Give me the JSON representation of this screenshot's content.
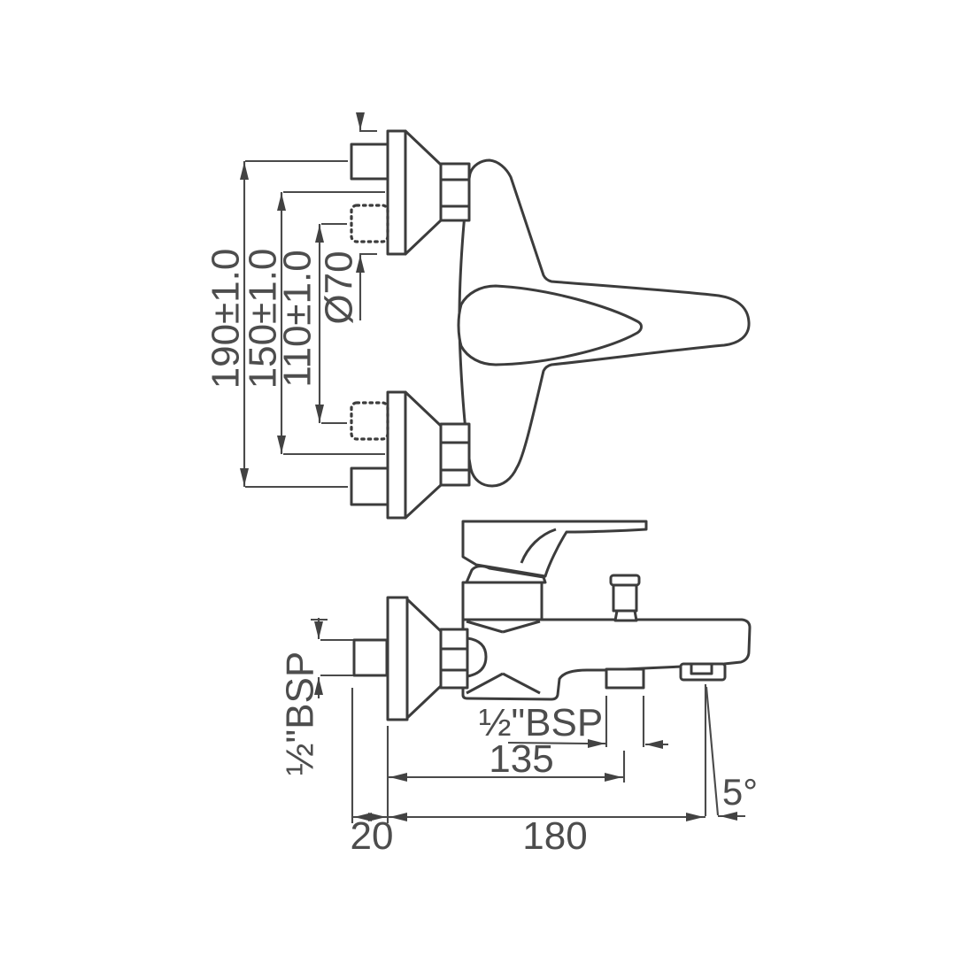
{
  "document": {
    "kind": "Technical dimension drawing",
    "subject": "Wall-mounted single-lever bath and shower mixer, plan view and side elevation with installation dimensions"
  },
  "colors": {
    "background": "#ffffff",
    "outline": "#3c3c3c",
    "dimension_lines": "#4a4a4a",
    "dimension_text": "#4d4d4d"
  },
  "top_view": {
    "dim_span_max": "190±1.0",
    "dim_span_nominal": "150±1.0",
    "dim_span_min": "110±1.0",
    "dim_flange_diameter": "Ø70"
  },
  "side_view": {
    "dim_inlet_thread": "½\"BSP",
    "dim_outlet_thread": "½\"BSP",
    "dim_flange_to_outlet": "135",
    "dim_wall_clearance": "20",
    "dim_projection": "180",
    "dim_spout_angle": "5°"
  }
}
